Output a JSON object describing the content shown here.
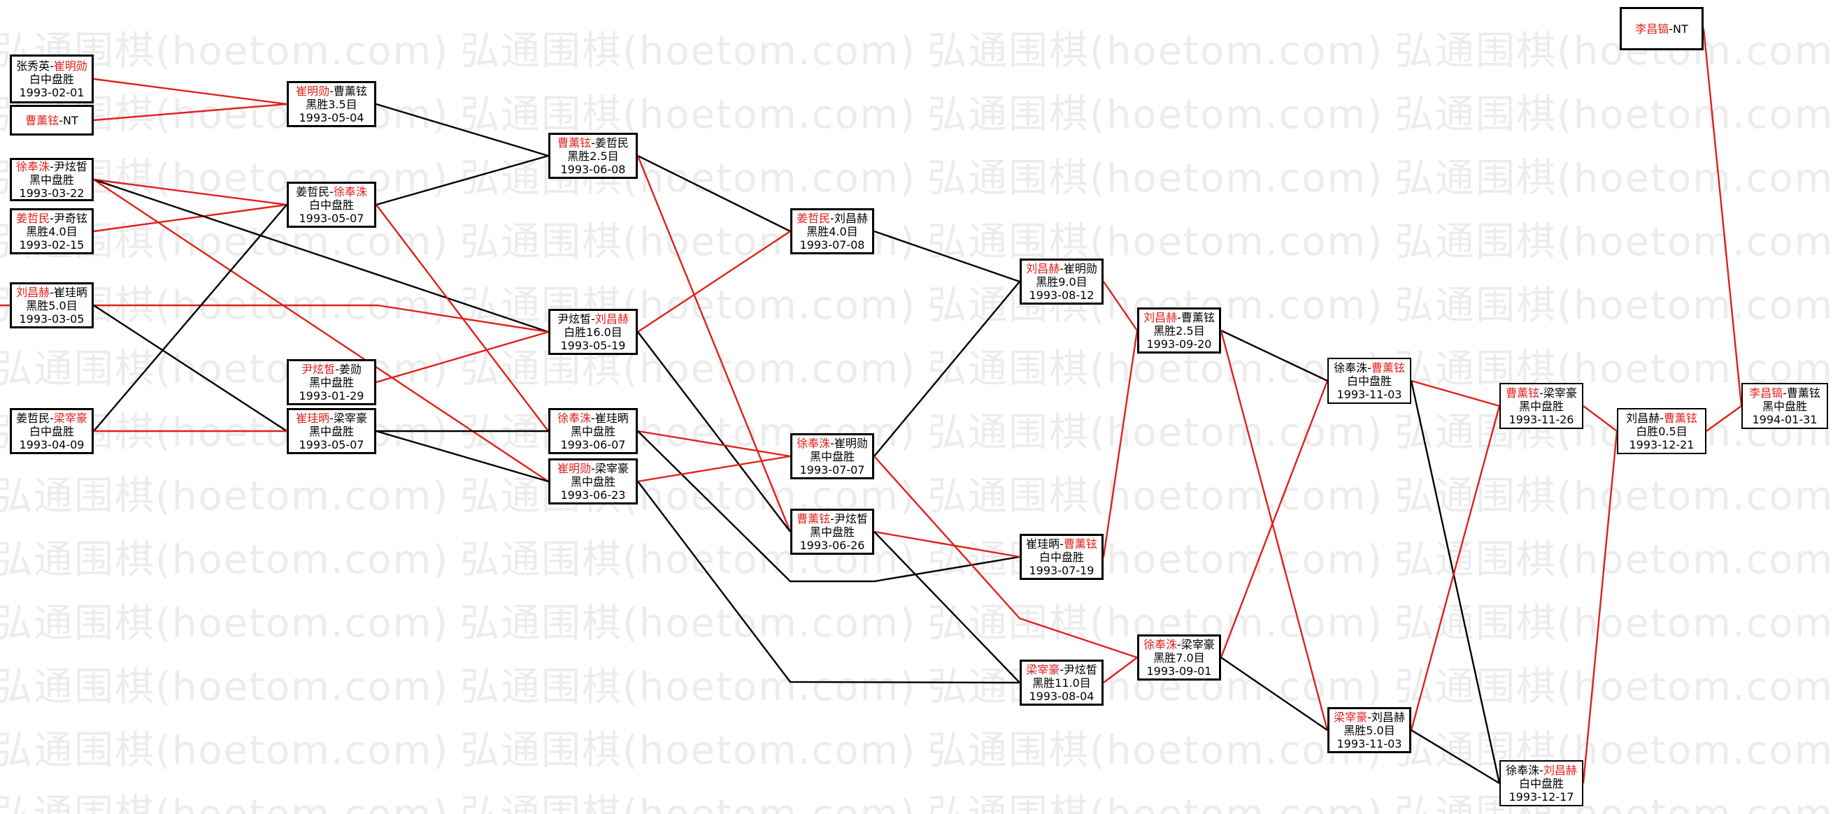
{
  "colors": {
    "winner": "#e0201c",
    "line_red": "#e0201c",
    "line_black": "#000000",
    "watermark": "#ececec"
  },
  "watermark_text": "弘通围棋(hoetom.com)",
  "games": [
    {
      "id": "r1a",
      "p1": "张秀英",
      "p2": "崔明勋",
      "winner": 2,
      "result": "白中盘胜",
      "date": "1993-02-01"
    },
    {
      "id": "r1b",
      "p1": "曹薰铉",
      "p2": "",
      "winner": 1,
      "result": "NT",
      "date": ""
    },
    {
      "id": "r1c",
      "p1": "徐奉洙",
      "p2": "尹炫皙",
      "winner": 1,
      "result": "黑中盘胜",
      "date": "1993-03-22"
    },
    {
      "id": "r1d",
      "p1": "姜哲民",
      "p2": "尹奇铉",
      "winner": 1,
      "result": "黑胜4.0目",
      "date": "1993-02-15"
    },
    {
      "id": "r1e",
      "p1": "刘昌赫",
      "p2": "崔珪昞",
      "winner": 1,
      "result": "黑胜5.0目",
      "date": "1993-03-05"
    },
    {
      "id": "r1f",
      "p1": "姜哲民",
      "p2": "梁宰豪",
      "winner": 2,
      "result": "白中盘胜",
      "date": "1993-04-09"
    },
    {
      "id": "r2a",
      "p1": "崔明勋",
      "p2": "曹薰铉",
      "winner": 1,
      "result": "黑胜3.5目",
      "date": "1993-05-04"
    },
    {
      "id": "r2b",
      "p1": "姜哲民",
      "p2": "徐奉洙",
      "winner": 2,
      "result": "白中盘胜",
      "date": "1993-05-07"
    },
    {
      "id": "r2c",
      "p1": "尹炫皙",
      "p2": "姜勋",
      "winner": 1,
      "result": "黑中盘胜",
      "date": "1993-01-29"
    },
    {
      "id": "r2d",
      "p1": "崔珪昞",
      "p2": "梁宰豪",
      "winner": 1,
      "result": "黑中盘胜",
      "date": "1993-05-07"
    },
    {
      "id": "r3a",
      "p1": "曹薰铉",
      "p2": "姜哲民",
      "winner": 1,
      "result": "黑胜2.5目",
      "date": "1993-06-08"
    },
    {
      "id": "r3b",
      "p1": "尹炫皙",
      "p2": "刘昌赫",
      "winner": 2,
      "result": "白胜16.0目",
      "date": "1993-05-19"
    },
    {
      "id": "r3c",
      "p1": "徐奉洙",
      "p2": "崔珪昞",
      "winner": 1,
      "result": "黑中盘胜",
      "date": "1993-06-07"
    },
    {
      "id": "r3d",
      "p1": "崔明勋",
      "p2": "梁宰豪",
      "winner": 1,
      "result": "黑中盘胜",
      "date": "1993-06-23"
    },
    {
      "id": "r4a",
      "p1": "姜哲民",
      "p2": "刘昌赫",
      "winner": 1,
      "result": "黑胜4.0目",
      "date": "1993-07-08"
    },
    {
      "id": "r4b",
      "p1": "徐奉洙",
      "p2": "崔明勋",
      "winner": 1,
      "result": "黑中盘胜",
      "date": "1993-07-07"
    },
    {
      "id": "r4c",
      "p1": "曹薰铉",
      "p2": "尹炫皙",
      "winner": 1,
      "result": "黑中盘胜",
      "date": "1993-06-26"
    },
    {
      "id": "r5a",
      "p1": "刘昌赫",
      "p2": "崔明勋",
      "winner": 1,
      "result": "黑胜9.0目",
      "date": "1993-08-12"
    },
    {
      "id": "r5b",
      "p1": "崔珪昞",
      "p2": "曹薰铉",
      "winner": 2,
      "result": "白中盘胜",
      "date": "1993-07-19"
    },
    {
      "id": "r5c",
      "p1": "梁宰豪",
      "p2": "尹炫皙",
      "winner": 1,
      "result": "黑胜11.0目",
      "date": "1993-08-04"
    },
    {
      "id": "r6a",
      "p1": "刘昌赫",
      "p2": "曹薰铉",
      "winner": 1,
      "result": "黑胜2.5目",
      "date": "1993-09-20"
    },
    {
      "id": "r6b",
      "p1": "徐奉洙",
      "p2": "梁宰豪",
      "winner": 1,
      "result": "黑胜7.0目",
      "date": "1993-09-01"
    },
    {
      "id": "r7a",
      "p1": "徐奉洙",
      "p2": "曹薰铉",
      "winner": 2,
      "result": "白中盘胜",
      "date": "1993-11-03"
    },
    {
      "id": "r7b",
      "p1": "梁宰豪",
      "p2": "刘昌赫",
      "winner": 1,
      "result": "黑胜5.0目",
      "date": "1993-11-03"
    },
    {
      "id": "r8a",
      "p1": "曹薰铉",
      "p2": "梁宰豪",
      "winner": 1,
      "result": "黑中盘胜",
      "date": "1993-11-26"
    },
    {
      "id": "r8b",
      "p1": "徐奉洙",
      "p2": "刘昌赫",
      "winner": 2,
      "result": "白中盘胜",
      "date": "1993-12-17"
    },
    {
      "id": "r9a",
      "p1": "刘昌赫",
      "p2": "曹薰铉",
      "winner": 2,
      "result": "白胜0.5目",
      "date": "1993-12-21"
    },
    {
      "id": "r10a",
      "p1": "李昌镐",
      "p2": "",
      "winner": 1,
      "result": "NT",
      "date": ""
    },
    {
      "id": "fin",
      "p1": "李昌镐",
      "p2": "曹薰铉",
      "winner": 1,
      "result": "黑中盘胜",
      "date": "1994-01-31"
    }
  ]
}
